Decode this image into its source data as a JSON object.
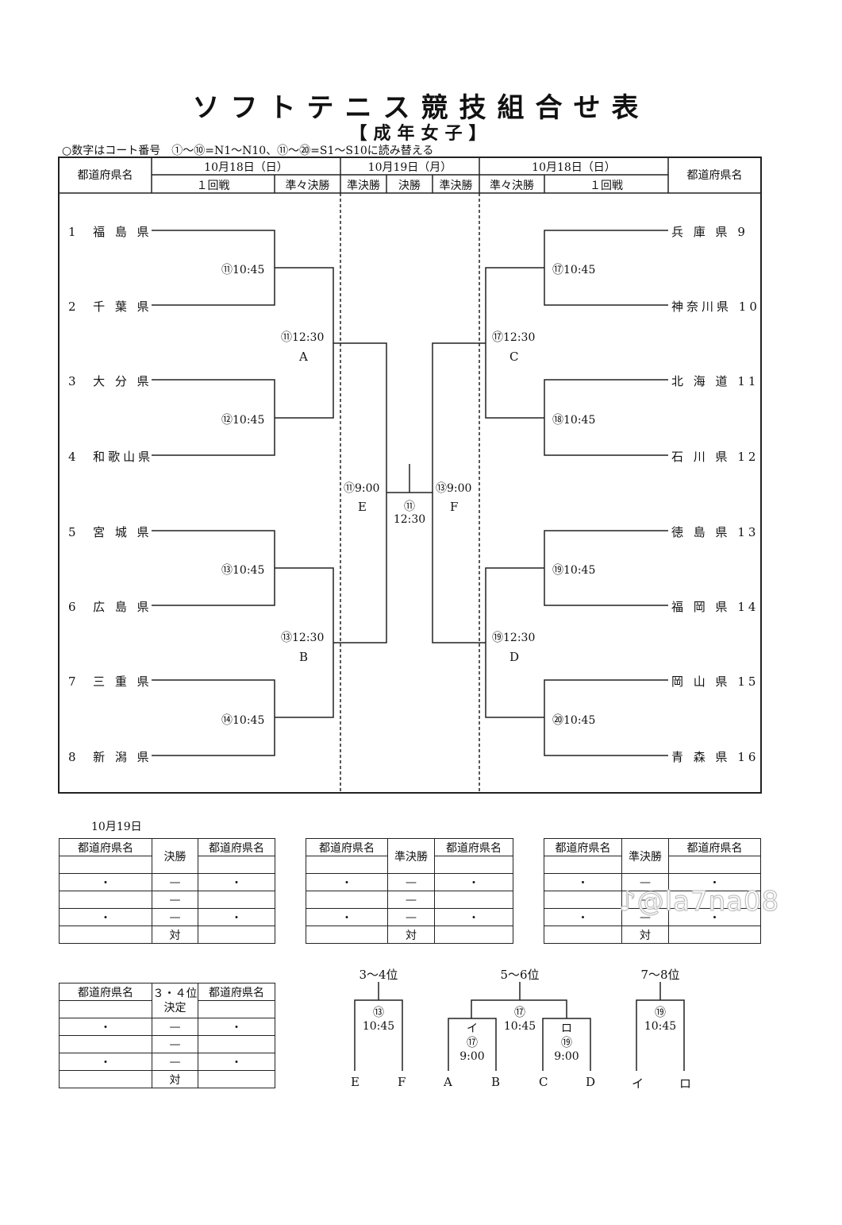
{
  "header": {
    "title": "ソフトテニス競技組合せ表",
    "subtitle": "【成年女子】",
    "note": "○数字はコート番号　①〜⑩=N1〜N10、⑪〜⑳=S1〜S10に読み替える"
  },
  "table_head": {
    "pref_col": "都道府県名",
    "date_left": "10月18日（日）",
    "date_center": "10月19日（月）",
    "date_right": "10月18日（日）",
    "round1": "１回戦",
    "quarter": "準々決勝",
    "semi": "準決勝",
    "final": "決勝"
  },
  "teams_left": [
    {
      "no": "1",
      "name": "福 島 県"
    },
    {
      "no": "2",
      "name": "千 葉 県"
    },
    {
      "no": "3",
      "name": "大 分 県"
    },
    {
      "no": "4",
      "name": "和歌山県"
    },
    {
      "no": "5",
      "name": "宮 城 県"
    },
    {
      "no": "6",
      "name": "広 島 県"
    },
    {
      "no": "7",
      "name": "三 重 県"
    },
    {
      "no": "8",
      "name": "新 潟 県"
    }
  ],
  "teams_right": [
    {
      "no": "9",
      "name": "兵 庫 県"
    },
    {
      "no": "10",
      "name": "神奈川県"
    },
    {
      "no": "11",
      "name": "北 海 道"
    },
    {
      "no": "12",
      "name": "石 川 県"
    },
    {
      "no": "13",
      "name": "徳 島 県"
    },
    {
      "no": "14",
      "name": "福 岡 県"
    },
    {
      "no": "15",
      "name": "岡 山 県"
    },
    {
      "no": "16",
      "name": "青 森 県"
    }
  ],
  "matches_r1_left": [
    "⑪10:45",
    "⑫10:45",
    "⑬10:45",
    "⑭10:45"
  ],
  "matches_r1_right": [
    "⑰10:45",
    "⑱10:45",
    "⑲10:45",
    "⑳10:45"
  ],
  "quarter_left": [
    {
      "time": "⑪12:30",
      "label": "A"
    },
    {
      "time": "⑬12:30",
      "label": "B"
    }
  ],
  "quarter_right": [
    {
      "time": "⑰12:30",
      "label": "C"
    },
    {
      "time": "⑲12:30",
      "label": "D"
    }
  ],
  "semi_left": {
    "time": "⑪9:00",
    "label": "E"
  },
  "semi_right": {
    "time": "⑬9:00",
    "label": "F"
  },
  "final": {
    "court": "⑪",
    "time": "12:30"
  },
  "results": {
    "date": "10月19日",
    "pref": "都道府県名",
    "final_label": "決勝",
    "semi_label": "準決勝",
    "third_label": "３・４位決定",
    "dot": "・",
    "dash": "—",
    "vs": "対"
  },
  "placement": {
    "p34": {
      "title": "3〜4位",
      "court": "⑬",
      "time": "10:45",
      "left": "E",
      "right": "F"
    },
    "p56": {
      "title": "5〜6位",
      "court": "⑰",
      "time": "10:45",
      "left": "イ",
      "right": "ロ",
      "left_court": "⑰",
      "left_time": "9:00",
      "right_court": "⑲",
      "right_time": "9:00",
      "bottom": [
        "A",
        "B",
        "C",
        "D"
      ]
    },
    "p78": {
      "title": "7〜8位",
      "court": "⑲",
      "time": "10:45",
      "left": "イ",
      "right": "ロ"
    }
  },
  "watermark": "♪@la7na08"
}
